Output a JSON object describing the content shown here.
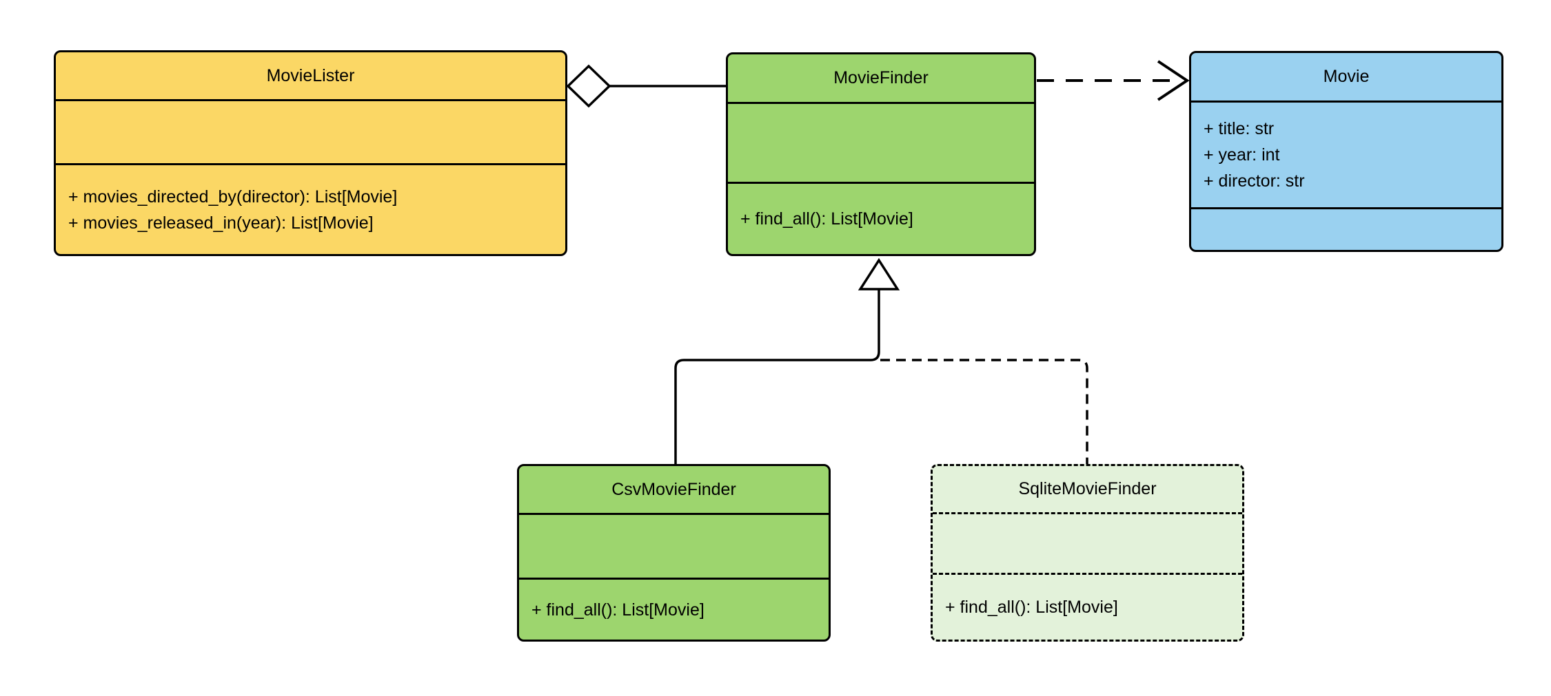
{
  "diagram": {
    "kind": "uml-class-diagram",
    "background_color": "#ffffff",
    "stroke_color": "#000000",
    "colors": {
      "movielister_fill": "#FBD765",
      "moviefinder_fill": "#9DD56E",
      "movie_fill": "#9AD1F0",
      "csvmoviefinder_fill": "#9DD56E",
      "sqlitemoviefinder_fill": "#E3F2DA"
    },
    "classes": [
      {
        "name": "MovieLister",
        "fill": "#FBD765",
        "border_style": "solid",
        "attributes": [],
        "methods": [
          "+ movies_directed_by(director): List[Movie]",
          "+ movies_released_in(year): List[Movie]"
        ]
      },
      {
        "name": "MovieFinder",
        "fill": "#9DD56E",
        "border_style": "solid",
        "attributes": [],
        "methods": [
          "+ find_all(): List[Movie]"
        ]
      },
      {
        "name": "Movie",
        "fill": "#9AD1F0",
        "border_style": "solid",
        "attributes": [
          "+ title: str",
          "+ year: int",
          "+ director: str"
        ],
        "methods": []
      },
      {
        "name": "CsvMovieFinder",
        "fill": "#9DD56E",
        "border_style": "solid",
        "attributes": [],
        "methods": [
          "+ find_all(): List[Movie]"
        ]
      },
      {
        "name": "SqliteMovieFinder",
        "fill": "#E3F2DA",
        "border_style": "dashed",
        "attributes": [],
        "methods": [
          "+ find_all(): List[Movie]"
        ]
      }
    ],
    "relationships": [
      {
        "from": "MovieLister",
        "to": "MovieFinder",
        "type": "aggregation",
        "line": "solid",
        "marker": "open-diamond at MovieLister"
      },
      {
        "from": "MovieFinder",
        "to": "Movie",
        "type": "dependency",
        "line": "dashed",
        "marker": "open-arrow at Movie"
      },
      {
        "from": "CsvMovieFinder",
        "to": "MovieFinder",
        "type": "inheritance",
        "line": "solid",
        "marker": "hollow-triangle at MovieFinder"
      },
      {
        "from": "SqliteMovieFinder",
        "to": "MovieFinder",
        "type": "inheritance",
        "line": "dashed",
        "marker": "hollow-triangle at MovieFinder"
      }
    ]
  }
}
